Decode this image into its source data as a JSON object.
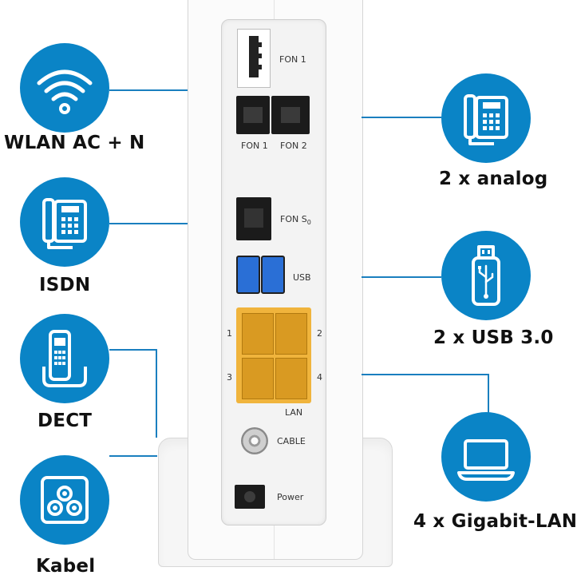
{
  "features_left": [
    {
      "label": "WLAN AC + N",
      "icon": "wifi-icon"
    },
    {
      "label": "ISDN",
      "icon": "desk-phone-icon"
    },
    {
      "label": "DECT",
      "icon": "cordless-phone-icon"
    },
    {
      "label": "Kabel",
      "icon": "coax-connector-icon"
    }
  ],
  "features_right": [
    {
      "label": "2 x analog",
      "icon": "desk-phone-icon"
    },
    {
      "label": "2 x USB 3.0",
      "icon": "usb-stick-icon"
    },
    {
      "label": "4 x Gigabit-LAN",
      "icon": "laptop-icon"
    }
  ],
  "ports": {
    "fon1_top": "FON 1",
    "fon1": "FON 1",
    "fon2": "FON 2",
    "fon_s0_main": "FON S",
    "fon_s0_sub": "0",
    "usb": "USB",
    "lan": "LAN",
    "lan_numbers": [
      "1",
      "2",
      "3",
      "4"
    ],
    "cable": "CABLE",
    "power": "Power"
  },
  "colors": {
    "brand_blue": "#0a84c6",
    "lan_port_yellow": "#f0b43c",
    "usb_blue": "#2a6fd6"
  }
}
